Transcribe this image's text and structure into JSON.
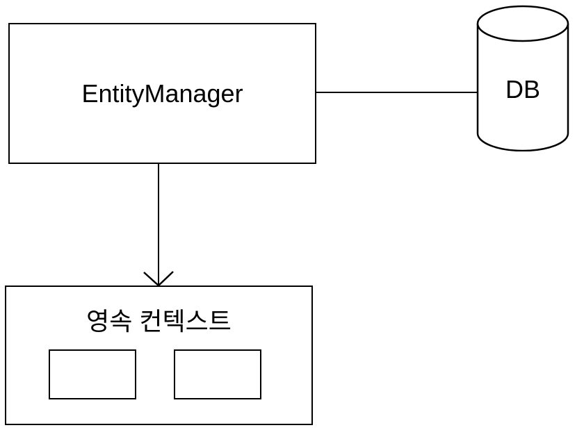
{
  "diagram": {
    "background_color": "#ffffff",
    "stroke_color": "#000000",
    "nodes": {
      "entity_manager": {
        "label": "EntityManager",
        "shape": "rectangle"
      },
      "db": {
        "label": "DB",
        "shape": "cylinder"
      },
      "persistence_context": {
        "label": "영속 컨텍스트",
        "shape": "rectangle",
        "children": [
          {
            "name": "entity-slot-1",
            "label": ""
          },
          {
            "name": "entity-slot-2",
            "label": ""
          }
        ]
      }
    },
    "connectors": [
      {
        "from": "entity_manager",
        "to": "db",
        "type": "plain-line",
        "direction": "horizontal"
      },
      {
        "from": "entity_manager",
        "to": "persistence_context",
        "type": "open-arrow",
        "direction": "vertical-down"
      }
    ]
  }
}
